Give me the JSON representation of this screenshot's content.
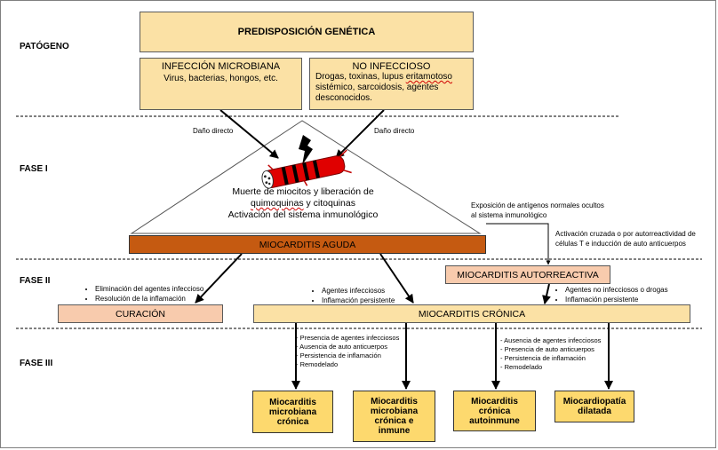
{
  "phases": {
    "patogeno": "PATÓGENO",
    "fase1": "FASE I",
    "fase2": "FASE II",
    "fase3": "FASE III"
  },
  "predisposicion": "PREDISPOSICIÓN GENÉTICA",
  "infeccion": {
    "title": "INFECCIÓN MICROBIANA",
    "body": "Virus, bacterias, hongos, etc."
  },
  "no_infeccioso": {
    "title": "NO INFECCIOSO",
    "line1a": "Drogas, toxinas, lupus ",
    "line1b": "eritamotoso",
    "line2": "sistémico, sarcoidosis, agentes",
    "line3": "desconocidos."
  },
  "dano_directo_left": "Daño directo",
  "dano_directo_right": "Daño directo",
  "triangle_text": {
    "line1": "Muerte de miocitos y liberación de",
    "line2a": "quimoquinas",
    "line2b": " y citoquinas",
    "line3": "Activación del sistema inmunológico"
  },
  "exposicion": {
    "line1": "Exposición de antígenos normales ocultos",
    "line2": "al sistema inmunológico"
  },
  "activacion": {
    "line1": "Activación cruzada o por autorreactividad de",
    "line2": "células T e inducción de auto anticuerpos"
  },
  "miocarditis_aguda": "MIOCARDITIS AGUDA",
  "miocarditis_autorreactiva": "MIOCARDITIS AUTORREACTIVA",
  "curacion_notes": [
    "Eliminación del agentes infeccioso",
    "Resolución de la inflamación"
  ],
  "cronica_notes": [
    "Agentes infecciosos",
    "Inflamación persistente"
  ],
  "autorreactiva_notes": [
    "Agentes no infecciosos o drogas",
    "Inflamación persistente"
  ],
  "curacion": "CURACIÓN",
  "miocarditis_cronica": "MIOCARDITIS CRÓNICA",
  "fase3_notes_left": [
    "Presencia de agentes infecciosos",
    "Ausencia de auto anticuerpos",
    "Persistencia de inflamación",
    "Remodelado"
  ],
  "fase3_notes_right": [
    "Ausencia de agentes infecciosos",
    "Presencia de auto anticuerpos",
    "Persistencia de inflamación",
    "Remodelado"
  ],
  "outcomes": {
    "o1": [
      "Miocarditis",
      "microbiana",
      "crónica"
    ],
    "o2": [
      "Miocarditis",
      "microbiana",
      "crónica e",
      "inmune"
    ],
    "o3": [
      "Miocarditis",
      "crónica",
      "autoinmune"
    ],
    "o4": [
      "Miocardiopatía",
      "dilatada"
    ]
  },
  "colors": {
    "box_fill": "#fbe1a5",
    "outcome_fill": "#fdd96e",
    "aguda_fill": "#c55a11",
    "autorreactiva_fill": "#f8cbad",
    "myocyte_red": "#e00000"
  }
}
